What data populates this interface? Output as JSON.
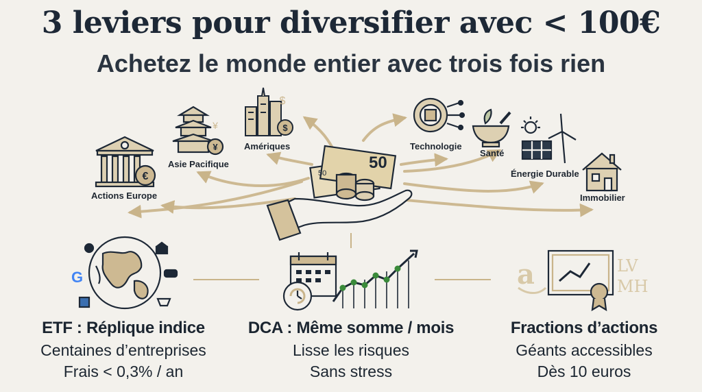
{
  "header": {
    "title": "3 leviers pour diversifier avec < 100€",
    "subtitle": "Achetez le monde entier avec trois fois rien"
  },
  "destinations": [
    {
      "label": "Actions Europe",
      "icon": "bank-euro-icon"
    },
    {
      "label": "Asie Pacifique",
      "icon": "pagoda-yen-icon"
    },
    {
      "label": "Amériques",
      "icon": "skyscrapers-dollar-icon"
    },
    {
      "label": "Technologie",
      "icon": "gear-chip-icon"
    },
    {
      "label": "Santé",
      "icon": "mortar-leaf-icon"
    },
    {
      "label": "Énergie Durable",
      "icon": "solar-wind-icon"
    },
    {
      "label": "Immobilier",
      "icon": "house-icon"
    }
  ],
  "center": {
    "banknote_value": "50",
    "banknote_small": "50",
    "icon": "hand-money-icon"
  },
  "pillars": [
    {
      "title": "ETF : Réplique indice",
      "line1": "Centaines d’entreprises",
      "line2": "Frais < 0,3% / an",
      "icon": "globe-brands-icon"
    },
    {
      "title": "DCA : Même somme / mois",
      "line1": "Lisse les risques",
      "line2": "Sans stress",
      "icon": "calendar-growth-icon"
    },
    {
      "title": "Fractions d’actions",
      "line1": "Géants accessibles",
      "line2": "Dès 10 euros",
      "icon": "certificate-icon",
      "brand_marks": [
        "a",
        "LV",
        "MH"
      ]
    }
  ],
  "colors": {
    "ink": "#1d2836",
    "gold": "#c8b48c",
    "green": "#3a8a3a",
    "background": "#f3f1ec"
  }
}
